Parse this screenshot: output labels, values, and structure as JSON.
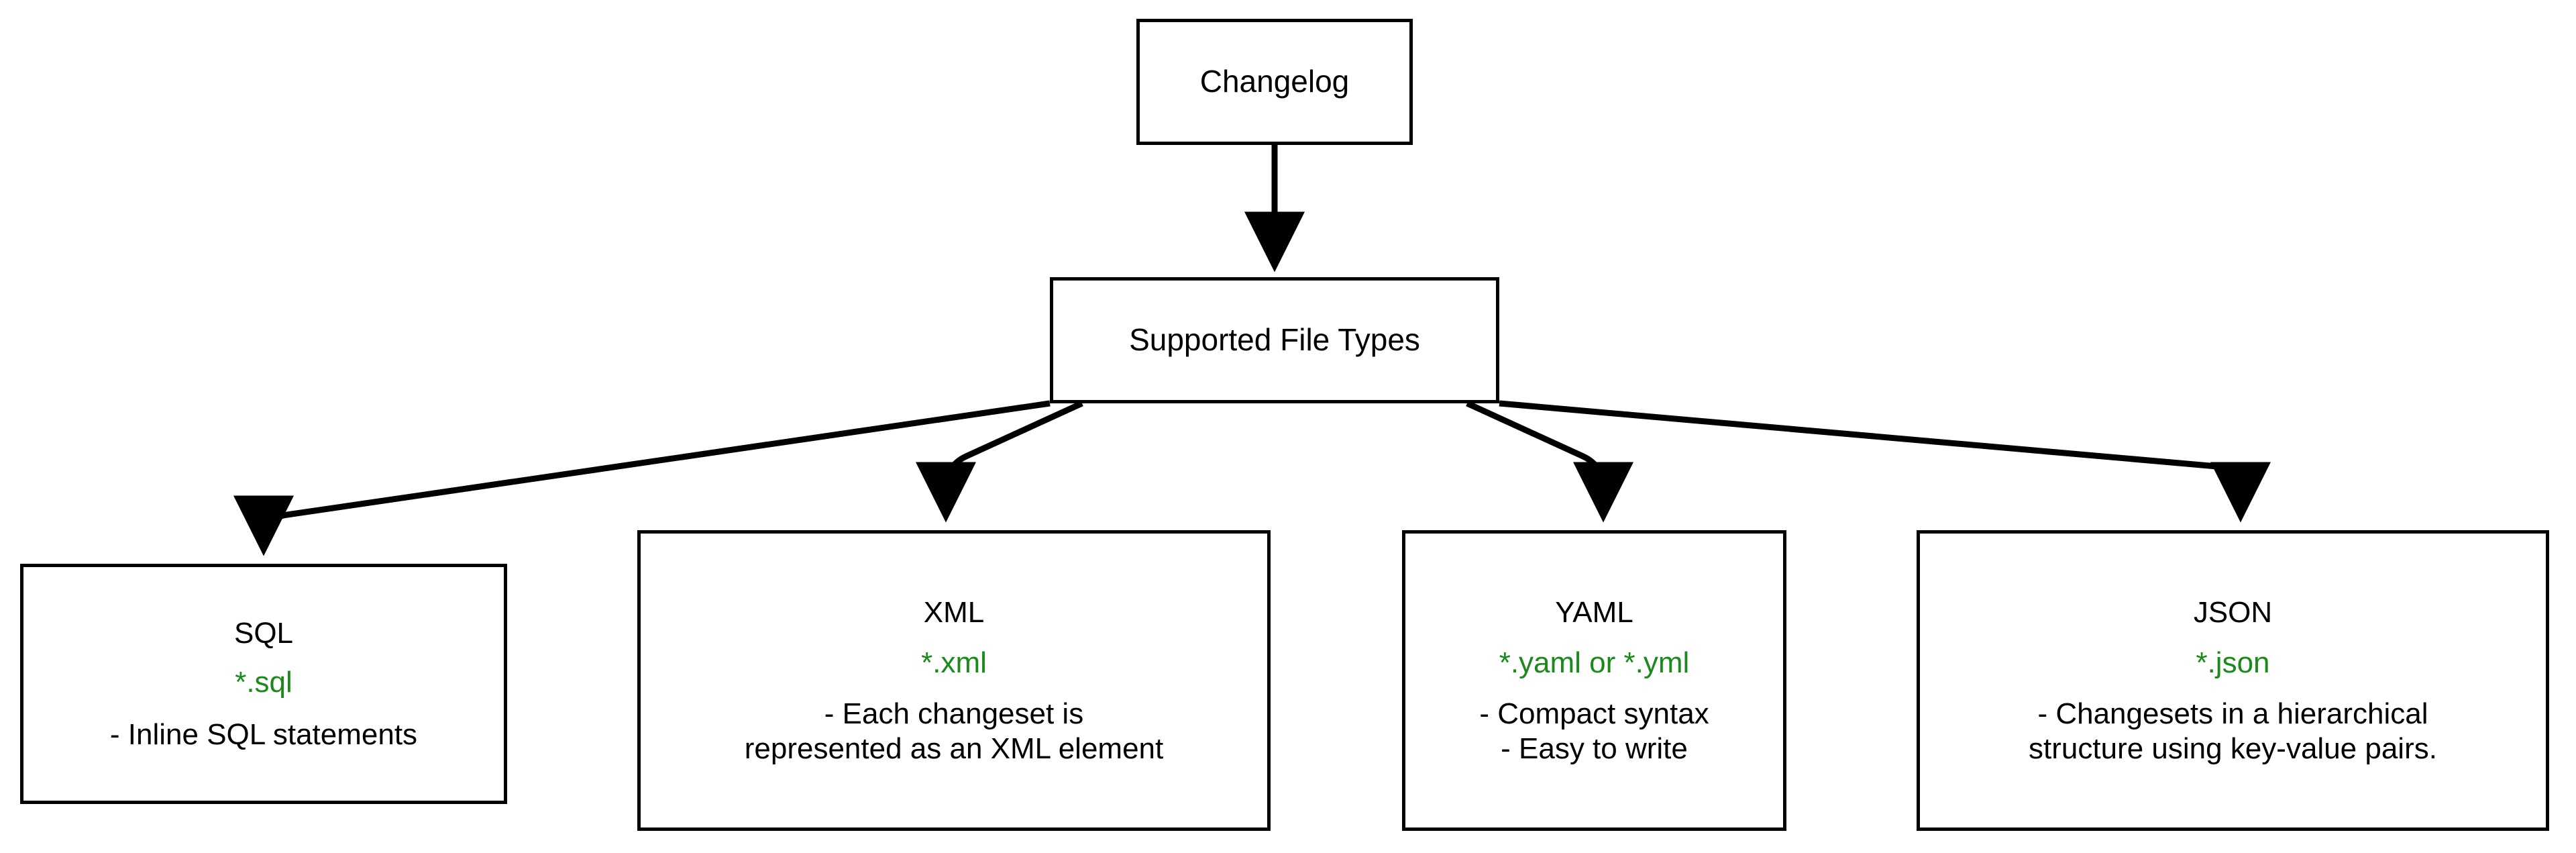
{
  "diagram": {
    "type": "flowchart-top-down",
    "background_color": "#ffffff",
    "node_border_color": "#000000",
    "node_fill_color": "#ffffff",
    "text_color": "#000000",
    "extension_text_color": "#1a8a1a",
    "root": {
      "label": "Changelog"
    },
    "parent": {
      "label": "Supported File Types"
    },
    "leaves": [
      {
        "id": "sql",
        "title": "SQL",
        "extension": "*.sql",
        "details": [
          "- Inline SQL statements"
        ]
      },
      {
        "id": "xml",
        "title": "XML",
        "extension": "*.xml",
        "details": [
          "- Each changeset is",
          "represented as an XML element"
        ]
      },
      {
        "id": "yaml",
        "title": "YAML",
        "extension": "*.yaml or *.yml",
        "details": [
          "- Compact syntax",
          "- Easy to write"
        ]
      },
      {
        "id": "json",
        "title": "JSON",
        "extension": "*.json",
        "details": [
          "- Changesets in a hierarchical",
          "structure using key-value pairs."
        ]
      }
    ],
    "edges": [
      {
        "from": "Changelog",
        "to": "Supported File Types"
      },
      {
        "from": "Supported File Types",
        "to": "SQL"
      },
      {
        "from": "Supported File Types",
        "to": "XML"
      },
      {
        "from": "Supported File Types",
        "to": "YAML"
      },
      {
        "from": "Supported File Types",
        "to": "JSON"
      }
    ]
  }
}
